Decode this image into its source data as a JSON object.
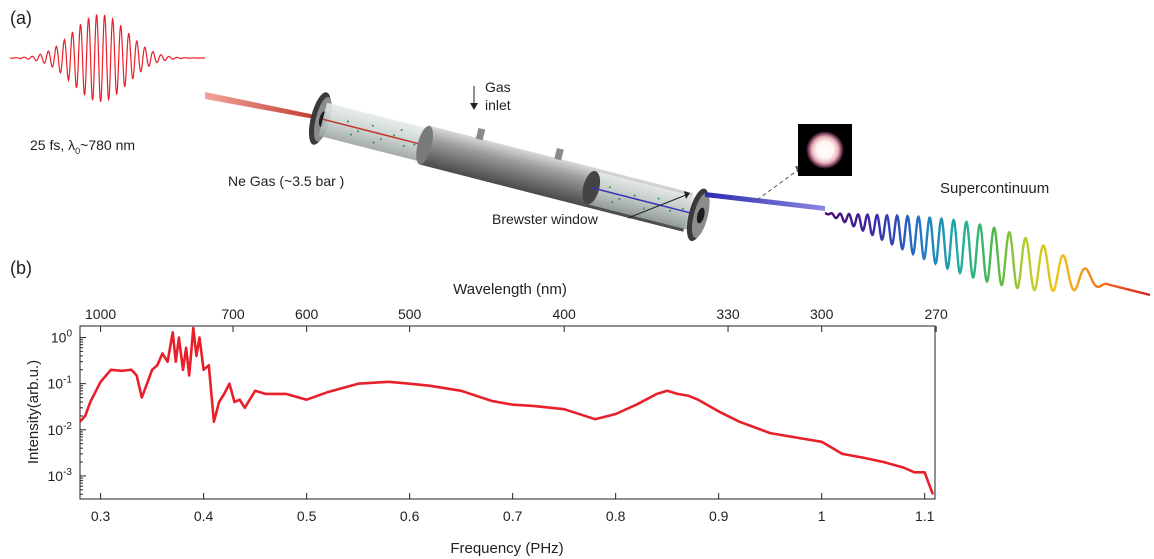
{
  "panel_a": {
    "label": "(a)",
    "pulse_label_prefix": "25 fs, λ",
    "pulse_label_sub": "0",
    "pulse_label_suffix": "~780 nm",
    "gas_label": "Ne Gas (~3.5 bar )",
    "inlet_label_1": "Gas",
    "inlet_label_2": "inlet",
    "window_label": "Brewster window",
    "output_label": "Supercontinuum"
  },
  "panel_b": {
    "label": "(b)"
  },
  "chart_data": {
    "type": "line",
    "xlabel": "Frequency (PHz)",
    "ylabel": "Intensity(arb.u.)",
    "top_axis_label": "Wavelength (nm)",
    "x_ticks": [
      "0.3",
      "0.4",
      "0.5",
      "0.6",
      "0.7",
      "0.8",
      "0.9",
      "1",
      "1.1"
    ],
    "top_ticks": [
      "1000",
      "700",
      "600",
      "500",
      "400",
      "330",
      "300",
      "270"
    ],
    "y_ticks": [
      {
        "base": "10",
        "exp": "0"
      },
      {
        "base": "10",
        "exp": "-1"
      },
      {
        "base": "10",
        "exp": "-2"
      },
      {
        "base": "10",
        "exp": "-3"
      }
    ],
    "xlim": [
      0.28,
      1.11
    ],
    "ylim_log10": [
      -3.5,
      0.25
    ],
    "y_scale": "log",
    "series_color": "#e8202a",
    "x": [
      0.28,
      0.285,
      0.29,
      0.3,
      0.31,
      0.32,
      0.33,
      0.335,
      0.34,
      0.345,
      0.35,
      0.355,
      0.36,
      0.365,
      0.37,
      0.373,
      0.376,
      0.38,
      0.383,
      0.386,
      0.39,
      0.393,
      0.396,
      0.4,
      0.405,
      0.41,
      0.415,
      0.42,
      0.425,
      0.43,
      0.435,
      0.44,
      0.45,
      0.46,
      0.48,
      0.5,
      0.52,
      0.55,
      0.58,
      0.6,
      0.62,
      0.65,
      0.68,
      0.7,
      0.72,
      0.75,
      0.78,
      0.8,
      0.82,
      0.84,
      0.85,
      0.86,
      0.87,
      0.88,
      0.9,
      0.92,
      0.95,
      0.98,
      1.0,
      1.02,
      1.04,
      1.06,
      1.08,
      1.09,
      1.1,
      1.105,
      1.108
    ],
    "y": [
      0.015,
      0.02,
      0.04,
      0.11,
      0.2,
      0.19,
      0.2,
      0.15,
      0.05,
      0.1,
      0.2,
      0.25,
      0.45,
      0.3,
      1.3,
      0.3,
      1.0,
      0.2,
      0.6,
      0.15,
      1.6,
      0.4,
      1.0,
      0.2,
      0.25,
      0.015,
      0.04,
      0.06,
      0.1,
      0.04,
      0.045,
      0.03,
      0.07,
      0.06,
      0.06,
      0.045,
      0.065,
      0.1,
      0.11,
      0.1,
      0.09,
      0.07,
      0.042,
      0.035,
      0.033,
      0.028,
      0.017,
      0.022,
      0.035,
      0.06,
      0.07,
      0.06,
      0.055,
      0.045,
      0.025,
      0.015,
      0.0085,
      0.0065,
      0.0055,
      0.003,
      0.0025,
      0.002,
      0.0015,
      0.0012,
      0.0012,
      0.0006,
      0.0004
    ]
  }
}
